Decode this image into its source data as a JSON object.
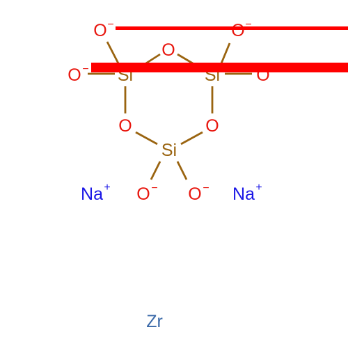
{
  "colors": {
    "bond": "#9a6410",
    "silicon": "#9a6410",
    "oxygen": "#e8160e",
    "sodium": "#1a16e6",
    "zirconium": "#3a69a8",
    "overlay": "#ff0000"
  },
  "molecule": {
    "silicon_label": "Si",
    "oxygen_label": "O",
    "anion_charge": "−",
    "sodium_label": "Na",
    "cation_charge": "+",
    "zirconium_label": "Zr"
  }
}
